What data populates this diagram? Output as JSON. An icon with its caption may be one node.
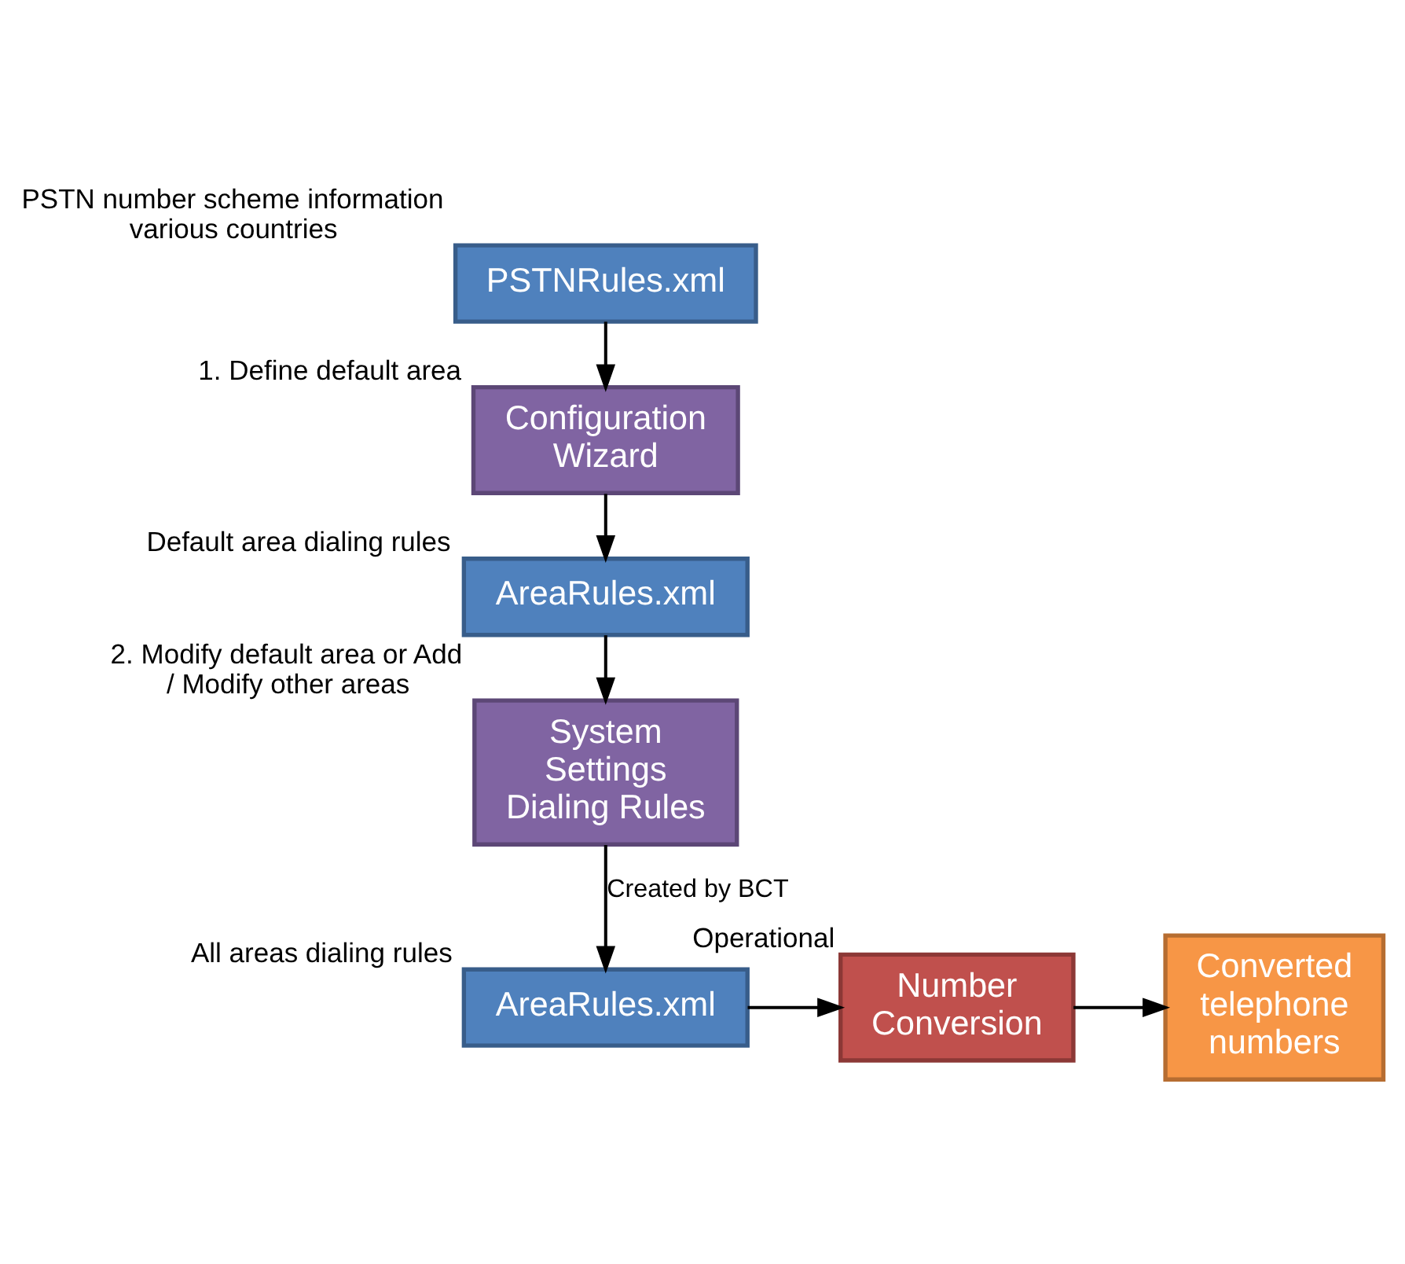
{
  "diagram": {
    "nodes": [
      {
        "text": [
          "PSTNRules.xml"
        ],
        "beside": [
          "PSTN number scheme information various countries"
        ]
      },
      {
        "text": [
          "Configuration Wizard"
        ],
        "beside": [
          "1. Define default area"
        ]
      },
      {
        "text": [
          "AreaRules.xml"
        ],
        "beside": [
          "Default area dialing rules"
        ]
      },
      {
        "text": [
          "System Settings Dialing Rules"
        ],
        "beside": [
          "2. Modify default area or Add / Modify other areas"
        ]
      },
      {
        "text": [
          "AreaRules.xml"
        ],
        "beside": [
          "All areas dialing rules"
        ]
      },
      {
        "text": [
          "Number Conversion"
        ],
        "beside": [
          "Operational"
        ]
      },
      {
        "text": [
          "Converted telephone numbers"
        ]
      }
    ],
    "edges": [
      {
        "from": 0,
        "to": 1,
        "arrow": "to"
      },
      {
        "from": 1,
        "to": 2,
        "arrow": "to"
      },
      {
        "from": 2,
        "to": 3,
        "arrow": "to"
      },
      {
        "from": 3,
        "to": 4,
        "arrow": "to",
        "label": "Created by BCT"
      },
      {
        "from": 4,
        "to": 5,
        "arrow": "to"
      },
      {
        "from": 5,
        "to": 6,
        "arrow": "to"
      }
    ]
  }
}
